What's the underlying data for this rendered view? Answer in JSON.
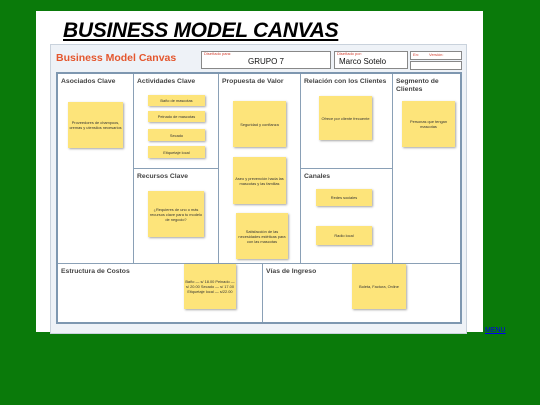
{
  "slide_title": "BUSINESS MODEL CANVAS",
  "canvas": {
    "title": "Business Model Canvas",
    "designed_for_label": "Diseñado para:",
    "designed_for": "GRUPO 7",
    "designed_by_label": "Diseñado por:",
    "designed_by": "Marco Sotelo",
    "date_label": "En:",
    "version_label": "Versión:"
  },
  "sections": {
    "asociados": "Asociados Clave",
    "actividades": "Actividades Clave",
    "recursos": "Recursos Clave",
    "propuesta": "Propuesta de Valor",
    "relacion": "Relación con los Clientes",
    "canales": "Canales",
    "segmento": "Segmento de Clientes",
    "costos": "Estructura de Costos",
    "ingresos": "Vías de Ingreso"
  },
  "notes": {
    "asociados_1": "Proveedores de champoos, cremas y utensilos necesarios",
    "actividades_1": "Baño de mascotas",
    "actividades_2": "Peinado de mascotas",
    "actividades_3": "Secado",
    "actividades_4": "Etiquetaje local",
    "recursos_1": "¿Requieres de uno o más recursos clave para tu modelo de negocio?",
    "propuesta_1": "Seguridad y confianza",
    "propuesta_2": "Aseo y prevención hacia las mascotas y las familias",
    "propuesta_3": "Satisfacción de las necesidades estéticas para con las mascotas",
    "relacion_1": "Ofrece por cliente frecuente",
    "canales_1": "Redes sociales",
    "canales_2": "Radio local",
    "segmento_1": "Personas que tengan mascotas",
    "costos_1": "Baño — s/ 18.00 Peinado — s/ 20.00 Secado — s/ 17.00 Etiquetaje local — s/22.00",
    "ingresos_1": "Boleta, Factura, Online"
  },
  "menu_link": "MENU"
}
